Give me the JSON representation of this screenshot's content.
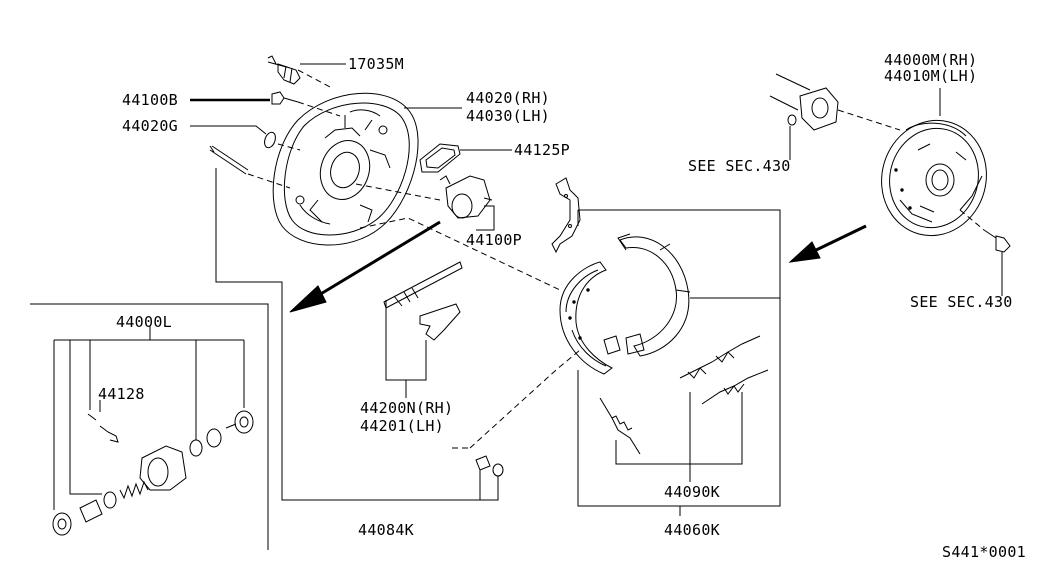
{
  "labels": {
    "p17035m": "17035M",
    "p44100b": "44100B",
    "p44020g": "44020G",
    "p44020rh": "44020(RH)",
    "p44030lh": "44030(LH)",
    "p44125p": "44125P",
    "p44100p": "44100P",
    "p44000mrh": "44000M(RH)",
    "p44010mlh": "44010M(LH)",
    "see_sec_430_top": "SEE SEC.430",
    "see_sec_430_right": "SEE SEC.430",
    "p44000l": "44000L",
    "p44128": "44128",
    "p44200n": "44200N(RH)",
    "p44201": "44201(LH)",
    "p44084k": "44084K",
    "p44090k": "44090K",
    "p44060k": "44060K",
    "figure_code": "S441*0001"
  },
  "colors": {
    "ink": "#000000",
    "paper": "#ffffff"
  }
}
